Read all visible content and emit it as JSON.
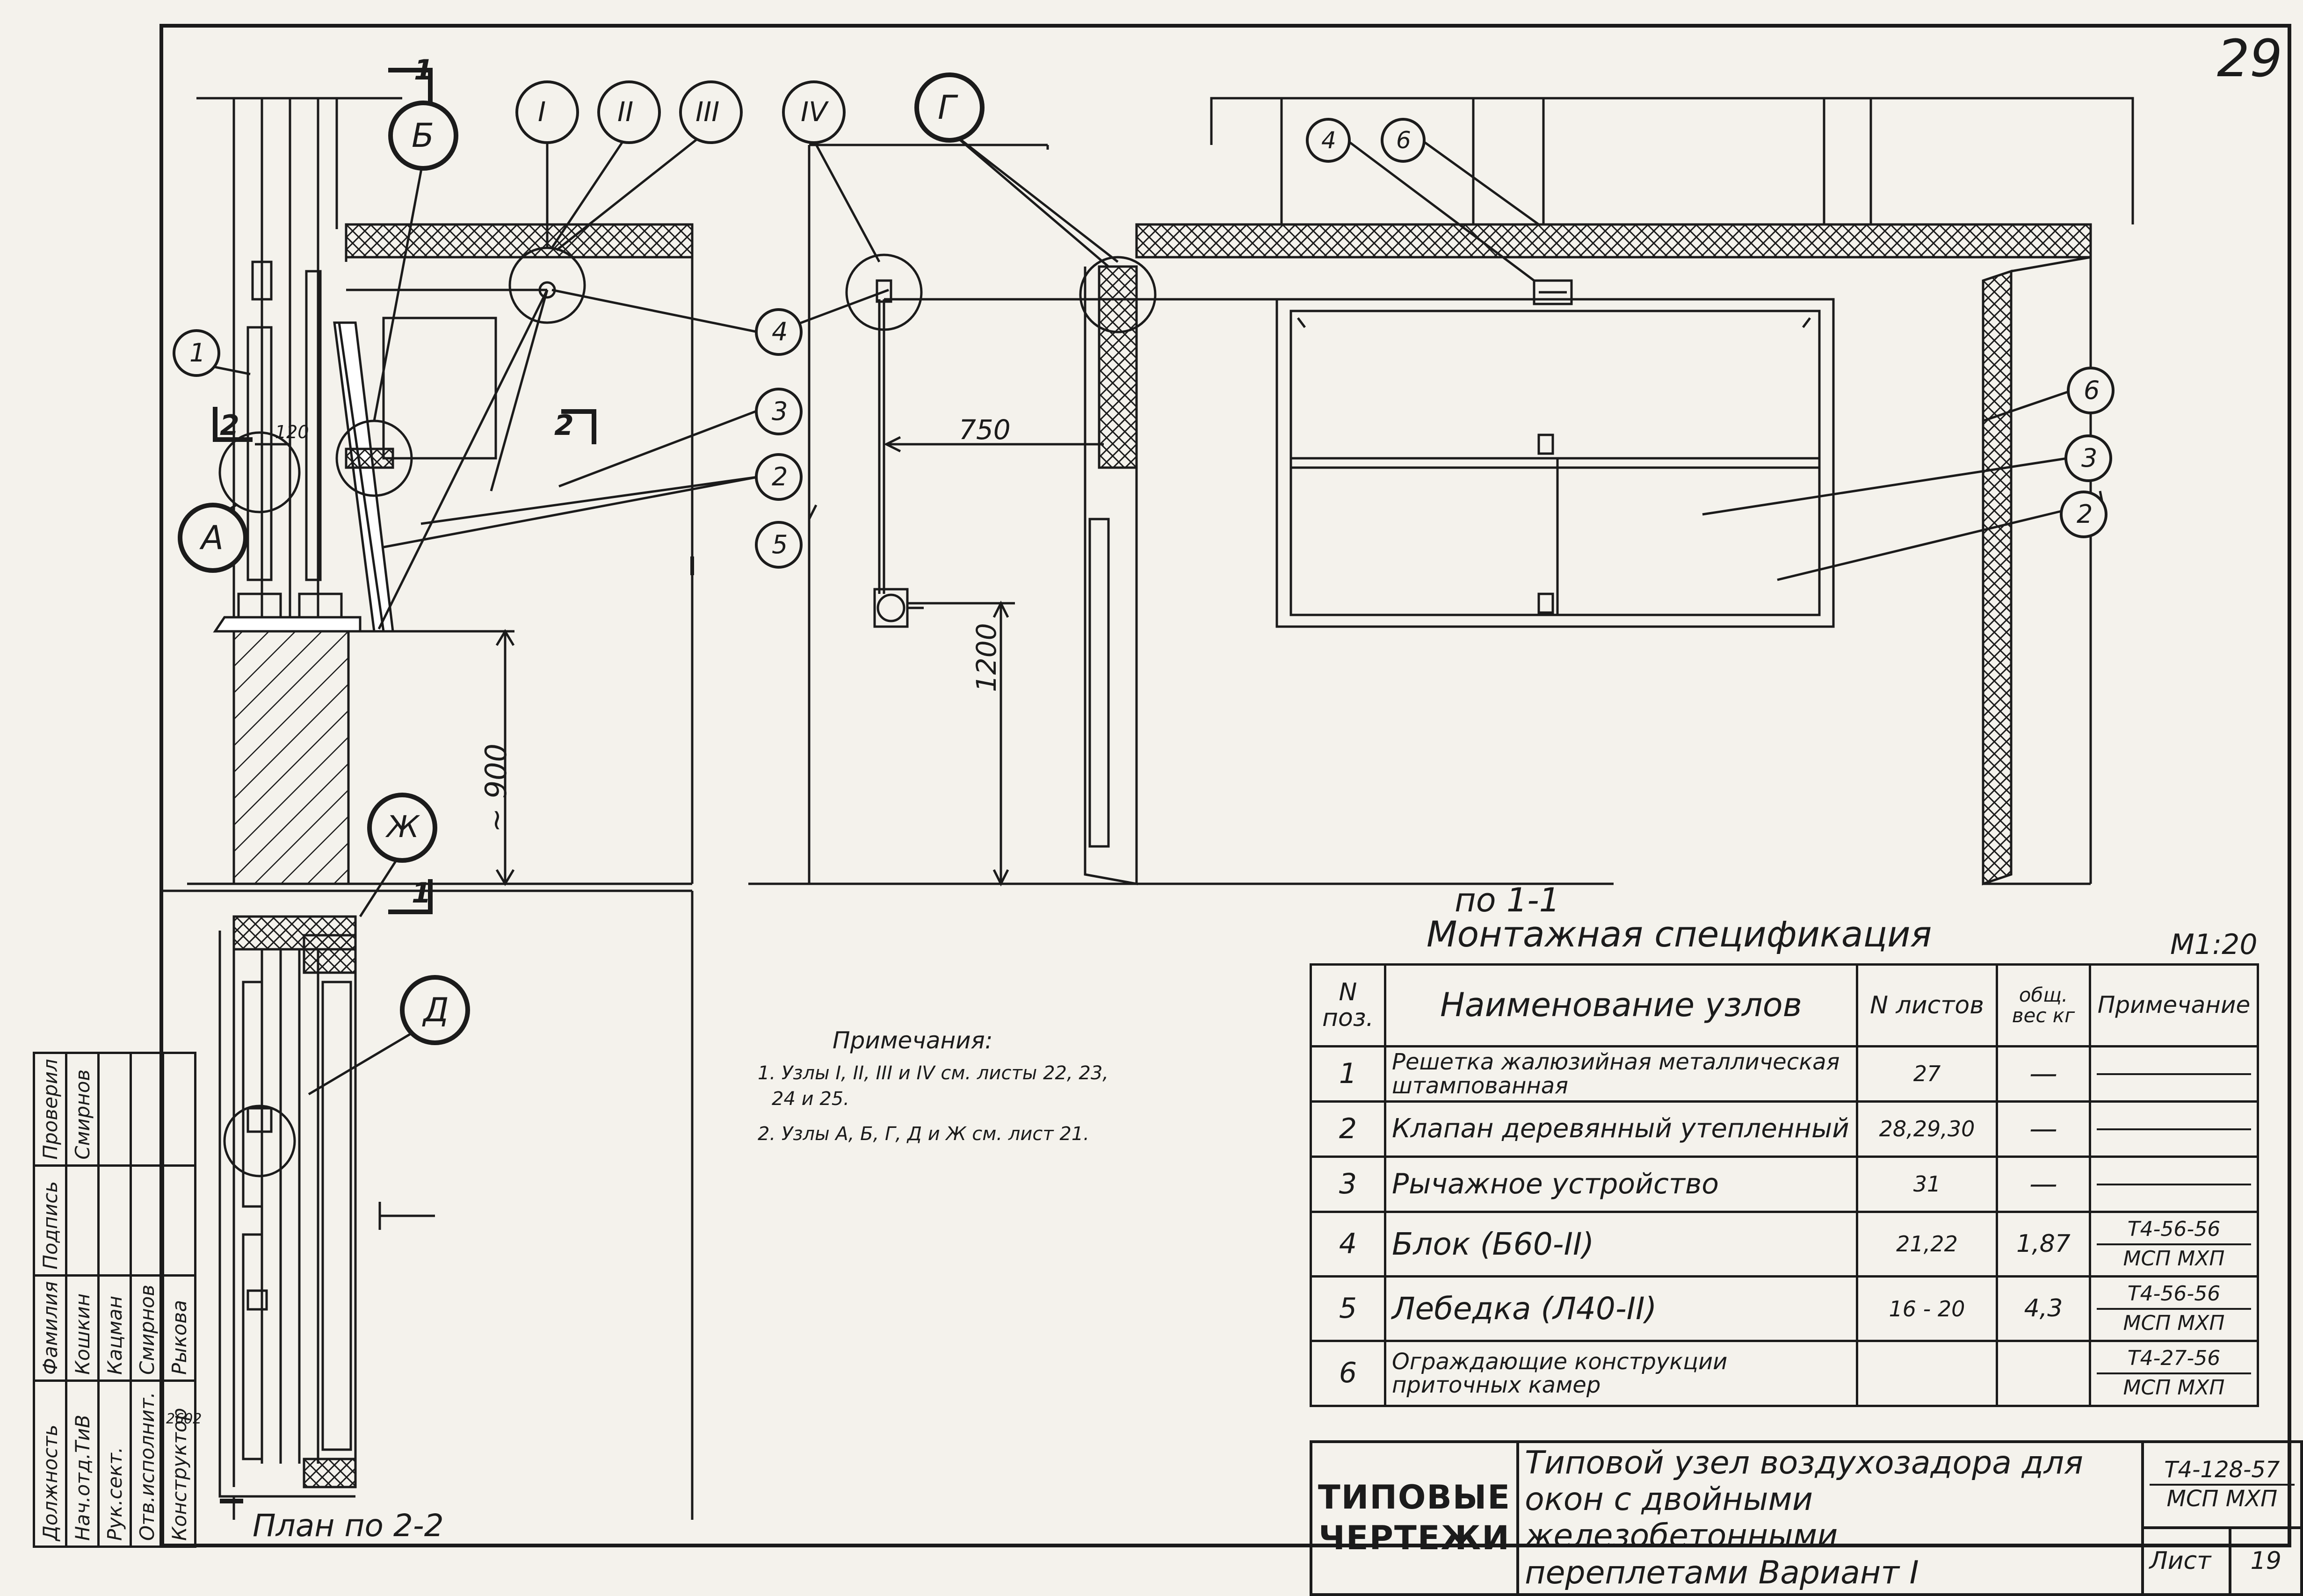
{
  "sheet_number": "29",
  "view_labels": {
    "section": "по 1-1",
    "plan": "План по 2-2"
  },
  "scale": "М1:20",
  "dimensions": {
    "d750": "750",
    "d1200": "1200",
    "d900": "~ 900",
    "d120": "120"
  },
  "section_marks": {
    "one_top": "1",
    "one_bottom": "1",
    "two_left": "2",
    "two_right": "2"
  },
  "callouts": {
    "roman": [
      "I",
      "II",
      "III",
      "IV"
    ],
    "letters": [
      "Б",
      "Г",
      "А",
      "Ж",
      "Д"
    ],
    "positions_left": [
      "1",
      "2",
      "3",
      "4",
      "5"
    ],
    "positions_right": [
      "4",
      "6",
      "6",
      "3",
      "2"
    ]
  },
  "notes": {
    "heading": "Примечания:",
    "line1a": "1. Узлы I, II, III и IV см.     листы  22, 23,",
    "line1b": "24 и 25.",
    "line2": "2. Узлы  А, Б, Г, Д и Ж см.     лист 21."
  },
  "spec": {
    "title": "Монтажная спецификация",
    "headers": {
      "pos": "N поз.",
      "name": "Наименование узлов",
      "sheets": "N листов",
      "mass": "общ. вес кг",
      "note": "Примечание"
    },
    "rows": [
      {
        "pos": "1",
        "name": "Решетка жалюзийная металлическая штампованная",
        "sheets": "27",
        "mass": "—",
        "note": [
          "",
          ""
        ]
      },
      {
        "pos": "2",
        "name": "Клапан деревянный утепленный",
        "sheets": "28,29,30",
        "mass": "—",
        "note": [
          "",
          ""
        ]
      },
      {
        "pos": "3",
        "name": "Рычажное устройство",
        "sheets": "31",
        "mass": "—",
        "note": [
          "",
          ""
        ]
      },
      {
        "pos": "4",
        "name": "Блок (Б60-II)",
        "sheets": "21,22",
        "mass": "1,87",
        "note": [
          "Т4-56-56",
          "МСП МХП"
        ]
      },
      {
        "pos": "5",
        "name": "Лебедка (Л40-II)",
        "sheets": "16 - 20",
        "mass": "4,3",
        "note": [
          "Т4-56-56",
          "МСП МХП"
        ]
      },
      {
        "pos": "6",
        "name": "Ограждающие конструкции приточных камер",
        "sheets": "",
        "mass": "",
        "note": [
          "Т4-27-56",
          "МСП МХП"
        ]
      }
    ]
  },
  "title_block": {
    "brand_line1": "ТИПОВЫЕ",
    "brand_line2": "ЧЕРТЕЖИ",
    "title_line1": "Типовой узел воздухозадора для",
    "title_line2": "окон с двойными железобетонными",
    "title_line3": "переплетами  Вариант I",
    "code1": "Т4-128-57",
    "code2": "МСП МХП",
    "sheet_label": "Лист",
    "sheet_value": "19"
  },
  "signatures": {
    "rows": [
      {
        "role": "Должность",
        "name": "Фамилия",
        "sign": "Подпись"
      },
      {
        "role": "Нач.отд.ТиВ",
        "name": "Кошкин",
        "sign": ""
      },
      {
        "role": "Рук.сект.",
        "name": "Кацман",
        "sign": ""
      },
      {
        "role": "Отв.исполнит.",
        "name": "Смирнов",
        "sign": ""
      },
      {
        "role": "Конструктор",
        "name": "Рыкова",
        "sign": ""
      }
    ],
    "checked": "Проверил",
    "checked_name": "Смирнов"
  },
  "side_number": "2602"
}
